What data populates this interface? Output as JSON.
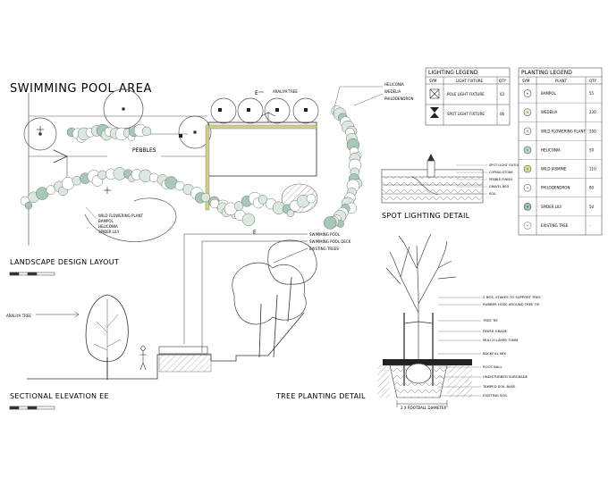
{
  "title": "SWIMMING POOL AREA",
  "plan": {
    "caption": "LANDSCAPE DESIGN LAYOUT",
    "label_pebbles": "PEBBLES",
    "label_araliya": "ARALIYA TREE",
    "label_e_left": "E",
    "label_e_right": "E",
    "cluster_labels": [
      "WILD FLOWERING PLANT",
      "BAMPOL",
      "HELICONIA",
      "SPIDER LILY"
    ],
    "right_labels": [
      "HELICONIA",
      "WEDELIA",
      "PHILODENDRON"
    ]
  },
  "spot_detail": {
    "caption": "SPOT LIGHTING DETAIL",
    "notes": [
      "SPOT LIGHT FIXTURE",
      "COPING STONE",
      "PEBBLE FINISH",
      "GRAVEL BED",
      "SOIL"
    ]
  },
  "lighting_legend": {
    "title": "LIGHTING LEGEND",
    "headers": [
      "SYM",
      "LIGHT FIXTURE",
      "QTY"
    ],
    "rows": [
      {
        "symbol": "pole-light-icon",
        "name": "POLE LIGHT FIXTURE",
        "qty": "03"
      },
      {
        "symbol": "spot-light-icon",
        "name": "SPOT LIGHT FIXTURE",
        "qty": "06"
      }
    ]
  },
  "planting_legend": {
    "title": "PLANTING LEGEND",
    "headers": [
      "SYM",
      "PLANT",
      "QTY"
    ],
    "rows": [
      {
        "symbol": "bampol-icon",
        "name": "BAMPOL",
        "qty": "55",
        "fill": "#ffffff",
        "stroke": "#555555"
      },
      {
        "symbol": "wedelia-icon",
        "name": "WEDELIA",
        "qty": "230",
        "fill": "#e8ecd6",
        "stroke": "#666666"
      },
      {
        "symbol": "wild-flowering-plant-icon",
        "name": "WILD FLOWERING PLANT",
        "qty": "200",
        "fill": "#f2f2f2",
        "stroke": "#666666"
      },
      {
        "symbol": "heliconia-icon",
        "name": "HELICONIA",
        "qty": "50",
        "fill": "#b9d3c4",
        "stroke": "#556b5e"
      },
      {
        "symbol": "wild-jasmine-icon",
        "name": "WILD JASMINE",
        "qty": "110",
        "fill": "#d8d8a8",
        "stroke": "#6b6b3e"
      },
      {
        "symbol": "philodendron-icon",
        "name": "PHILODENDRON",
        "qty": "80",
        "fill": "#ffffff",
        "stroke": "#666666"
      },
      {
        "symbol": "spider-lily-icon",
        "name": "SPIDER LILY",
        "qty": "50",
        "fill": "#9fc2ae",
        "stroke": "#3f5a4b"
      },
      {
        "symbol": "existing-tree-icon",
        "name": "EXISTING TREE",
        "qty": "-",
        "fill": "#ffffff",
        "stroke": "#888888"
      }
    ]
  },
  "elevation": {
    "caption": "SECTIONAL ELEVATION EE",
    "label_araliya": "ARALIYA TREE",
    "callouts": [
      "SWIMMING POOL",
      "SWIMMING POOL DECK",
      "EXISTING TREES"
    ]
  },
  "tree_detail": {
    "caption": "TREE PLANTING DETAIL",
    "dimension": "2 X ROOTBALL DIAMETER",
    "notes": [
      "2 NOS. STAKES TO SUPPORT TREE",
      "RUBBER HOSE AROUND TREE TIE",
      "TREE TIE",
      "FINISH GRADE",
      "MULCH LAYER 75MM",
      "BACKFILL MIX",
      "ROOT BALL",
      "UNDISTURBED SUBGRADE",
      "TAMPED SOIL BASE",
      "EXISTING SOIL"
    ]
  },
  "colors": {
    "ink": "#3a3a3a",
    "canopy_green": "#a9c7b6",
    "canopy_light": "#dde8e0",
    "hedge_yellow": "#cfd08f"
  }
}
